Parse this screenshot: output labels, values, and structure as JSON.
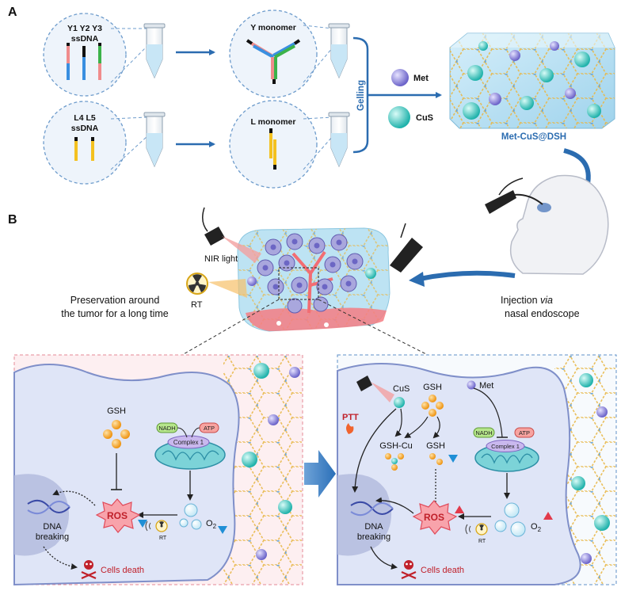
{
  "panel_a": {
    "label": "A",
    "y_strands_label_1": "Y1 Y2 Y3",
    "y_strands_label_2": "ssDNA",
    "l_strands_label_1": "L4 L5",
    "l_strands_label_2": "ssDNA",
    "y_monomer": "Y monomer",
    "l_monomer": "L monomer",
    "gelling": "Gelling",
    "met": "Met",
    "cus": "CuS",
    "hydrogel_label": "Met-CuS@DSH"
  },
  "panel_b": {
    "label": "B",
    "nir_light": "NIR light",
    "rt": "RT",
    "preservation_1": "Preservation around",
    "preservation_2": "the tumor for a long time",
    "injection_1": "Injection ",
    "injection_via": "via",
    "injection_2": "nasal endoscope"
  },
  "left_cell": {
    "gsh": "GSH",
    "nadh": "NADH",
    "atp": "ATP",
    "complex": "Complex 1",
    "ros": "ROS",
    "o2": "O",
    "o2_sub": "2",
    "rt": "RT",
    "dna_1": "DNA",
    "dna_2": "breaking",
    "death": "Cells death"
  },
  "right_cell": {
    "cus": "CuS",
    "gsh": "GSH",
    "met": "Met",
    "ptt": "PTT",
    "gsh_cu": "GSH-Cu",
    "gsh2": "GSH",
    "nadh": "NADH",
    "atp": "ATP",
    "complex": "Complex 1",
    "ros": "ROS",
    "o2": "O",
    "o2_sub": "2",
    "rt": "RT",
    "dna_1": "DNA",
    "dna_2": "breaking",
    "death": "Cells death"
  },
  "colors": {
    "blue_arrow": "#2b6cb0",
    "hydrogel": "#b9e0f2",
    "cell": "#dfe5f7",
    "cell_stroke": "#7f8fc9",
    "ros": "#f26d7d",
    "gsh": "#f4a024",
    "met": "#8b84d6",
    "cus": "#3cc6bf",
    "death": "#c0202a",
    "up_arrow": "#e23a4b",
    "down_arrow": "#2aa8d8"
  }
}
